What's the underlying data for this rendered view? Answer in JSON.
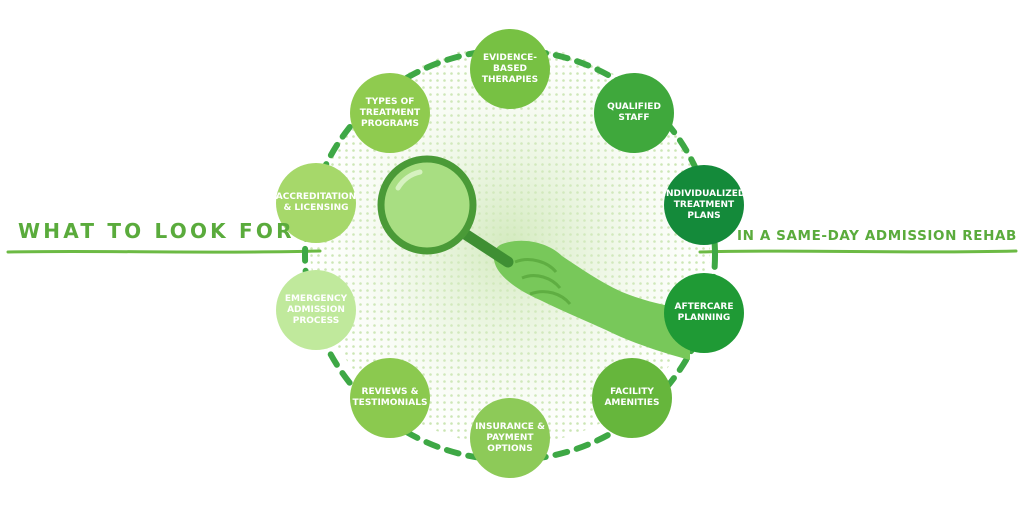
{
  "headings": {
    "left": "WHAT TO LOOK FOR",
    "right": "IN A SAME-DAY ADMISSION REHAB"
  },
  "colors": {
    "heading": "#5aab3c",
    "ring_dash": "#3ea845",
    "lens_rim": "#4a9a37",
    "lens_glass": "#a8de82",
    "hand": "#78c85a"
  },
  "nodes": [
    {
      "id": "evidence-based-therapies",
      "label": "EVIDENCE-\nBASED\nTHERAPIES",
      "color": "#77c143"
    },
    {
      "id": "qualified-staff",
      "label": "QUALIFIED\nSTAFF",
      "color": "#3fa83c"
    },
    {
      "id": "individualized-treatment-plans",
      "label": "INDIVIDUALIZED\nTREATMENT\nPLANS",
      "color": "#148a3a"
    },
    {
      "id": "aftercare-planning",
      "label": "AFTERCARE\nPLANNING",
      "color": "#1f9a35"
    },
    {
      "id": "facility-amenities",
      "label": "FACILITY\nAMENITIES",
      "color": "#66b63c"
    },
    {
      "id": "insurance-payment-options",
      "label": "INSURANCE &\nPAYMENT\nOPTIONS",
      "color": "#8dca58"
    },
    {
      "id": "reviews-testimonials",
      "label": "REVIEWS &\nTESTIMONIALS",
      "color": "#8bc94f"
    },
    {
      "id": "emergency-admission-process",
      "label": "EMERGENCY\nADMISSION\nPROCESS",
      "color": "#c0e99c"
    },
    {
      "id": "accreditation-licensing",
      "label": "ACCREDITATION\n& LICENSING",
      "color": "#a6d86a"
    },
    {
      "id": "types-of-treatment-programs",
      "label": "TYPES OF\nTREATMENT\nPROGRAMS",
      "color": "#8fcb4f"
    }
  ]
}
